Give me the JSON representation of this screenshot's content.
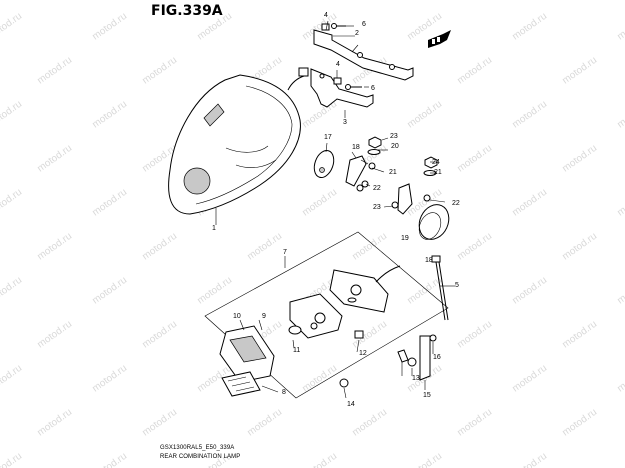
{
  "figure": {
    "title": "FIG.339A",
    "code": "GSX1300RAL5_E50_339A",
    "caption": "REAR COMBINATION LAMP"
  },
  "watermark": "motod.ru",
  "front_indicator_icon": "arrow-flag-icon",
  "callouts": [
    "1",
    "2",
    "3",
    "4",
    "4",
    "5",
    "6",
    "6",
    "7",
    "8",
    "9",
    "10",
    "11",
    "12",
    "13",
    "14",
    "15",
    "16",
    "17",
    "18",
    "18",
    "19",
    "20",
    "21",
    "21",
    "22",
    "22",
    "23",
    "23",
    "24",
    "24"
  ]
}
